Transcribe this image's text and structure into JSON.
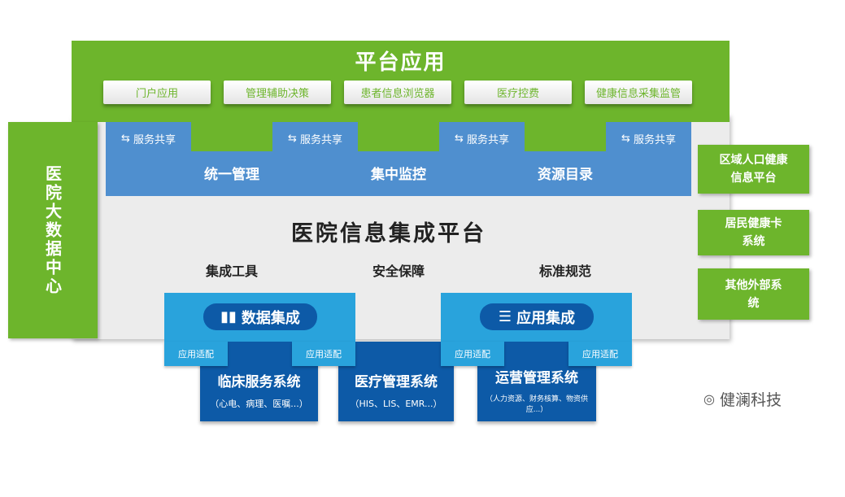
{
  "platform_apps": {
    "title": "平台应用",
    "items": [
      "门户应用",
      "管理辅助决策",
      "患者信息浏览器",
      "医疗控费",
      "健康信息采集监管"
    ]
  },
  "service_share": "服务共享",
  "band": [
    "统一管理",
    "集中监控",
    "资源目录"
  ],
  "left_panel": "医院大数据中心",
  "right_boxes": [
    "区域人口健康信息平台",
    "居民健康卡系统",
    "其他外部系统"
  ],
  "core_title": "医院信息集成平台",
  "core_items": [
    "集成工具",
    "安全保障",
    "标准规范"
  ],
  "integration": [
    "数据集成",
    "应用集成"
  ],
  "adapter": "应用适配",
  "systems": [
    {
      "title": "临床服务系统",
      "sub": "（心电、病理、医嘱...）"
    },
    {
      "title": "医疗管理系统",
      "sub": "（HIS、LIS、EMR...）"
    },
    {
      "title": "运营管理系统",
      "sub": "（人力资源、财务核算、物资供应...）"
    }
  ],
  "watermark": "健澜科技",
  "colors": {
    "green": "#6db52c",
    "blue": "#4f8fcf",
    "light_blue": "#29a3dc",
    "dark_blue": "#0d5aa7"
  }
}
